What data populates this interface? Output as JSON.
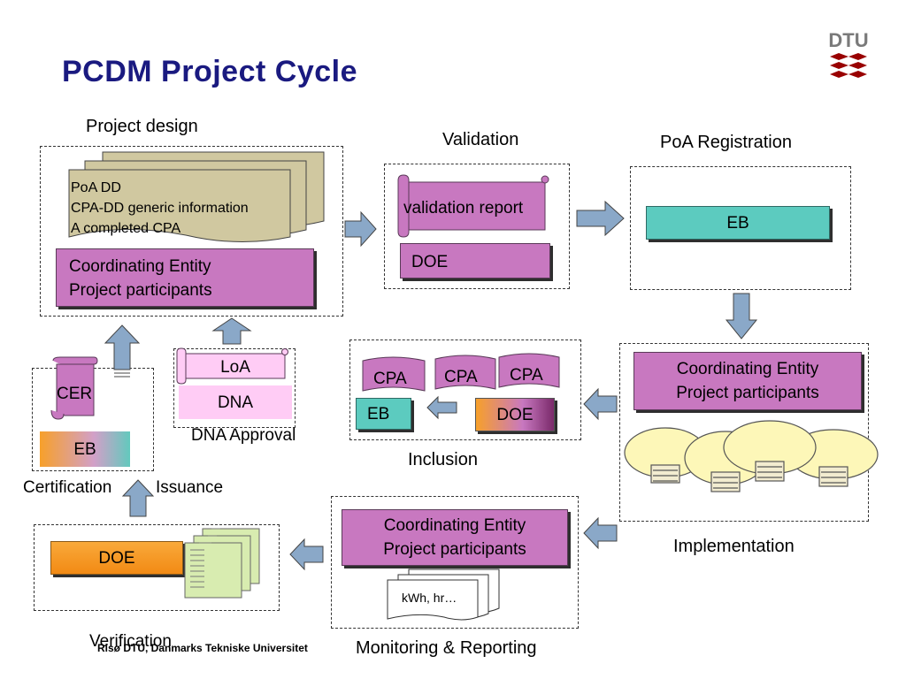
{
  "title": "PCDM Project Cycle",
  "logo": {
    "text": "DTU",
    "color": "#990000"
  },
  "footer": "Risø DTU, Danmarks Tekniske Universitet",
  "stages": {
    "project_design": {
      "label": "Project design",
      "doc_lines": [
        "PoA DD",
        "CPA-DD generic information",
        "A completed CPA"
      ],
      "entity_lines": [
        "Coordinating Entity",
        "Project participants"
      ]
    },
    "validation": {
      "label": "Validation",
      "report": "validation report",
      "doe": "DOE"
    },
    "registration": {
      "label": "PoA Registration",
      "eb": "EB"
    },
    "implementation": {
      "label": "Implementation",
      "entity_lines": [
        "Coordinating Entity",
        "Project participants"
      ]
    },
    "inclusion": {
      "label": "Inclusion",
      "cpa": [
        "CPA",
        "CPA",
        "CPA"
      ],
      "eb": "EB",
      "doe": "DOE"
    },
    "dna_approval": {
      "label": "DNA Approval",
      "loa": "LoA",
      "dna": "DNA"
    },
    "certification": {
      "label": "Certification",
      "cer": "CER",
      "eb": "EB"
    },
    "issuance": {
      "label": "Issuance"
    },
    "monitoring": {
      "label": "Monitoring & Reporting",
      "entity_lines": [
        "Coordinating Entity",
        "Project participants"
      ],
      "doc": "kWh, hr…"
    },
    "verification": {
      "label": "Verification",
      "doe": "DOE"
    }
  }
}
